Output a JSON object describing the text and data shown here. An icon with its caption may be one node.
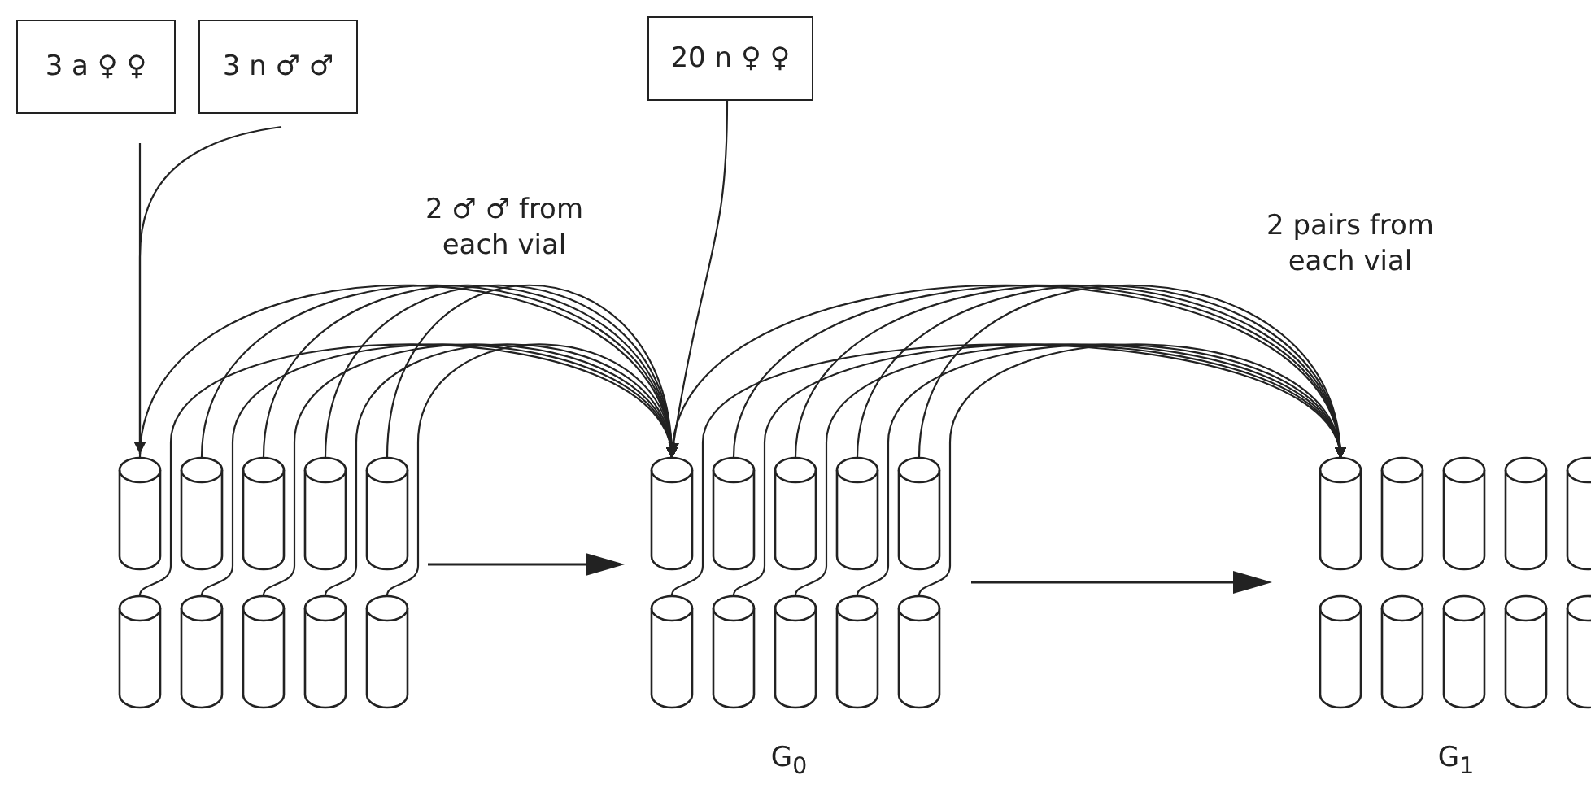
{
  "diagram": {
    "nodes": [
      {
        "text": [
          "3 a ♀ ♀"
        ]
      },
      {
        "text": [
          "3 n ♂ ♂"
        ]
      },
      {
        "text": [
          "20 n ♀ ♀"
        ]
      },
      {
        "text": [],
        "shape": "cylinder"
      },
      {
        "text": [],
        "shape": "cylinder"
      },
      {
        "text": [],
        "shape": "cylinder"
      },
      {
        "text": [],
        "shape": "cylinder"
      },
      {
        "text": [],
        "shape": "cylinder"
      },
      {
        "text": [],
        "shape": "cylinder"
      },
      {
        "text": [],
        "shape": "cylinder"
      },
      {
        "text": [],
        "shape": "cylinder"
      },
      {
        "text": [],
        "shape": "cylinder"
      },
      {
        "text": [],
        "shape": "cylinder"
      },
      {
        "text": [],
        "shape": "cylinder"
      },
      {
        "text": [],
        "shape": "cylinder"
      },
      {
        "text": [],
        "shape": "cylinder"
      },
      {
        "text": [],
        "shape": "cylinder"
      },
      {
        "text": [],
        "shape": "cylinder"
      },
      {
        "text": [],
        "shape": "cylinder"
      },
      {
        "text": [],
        "shape": "cylinder"
      },
      {
        "text": [],
        "shape": "cylinder"
      },
      {
        "text": [],
        "shape": "cylinder"
      },
      {
        "text": [],
        "shape": "cylinder"
      },
      {
        "text": [],
        "shape": "cylinder"
      },
      {
        "text": [],
        "shape": "cylinder"
      },
      {
        "text": [],
        "shape": "cylinder"
      },
      {
        "text": [],
        "shape": "cylinder"
      },
      {
        "text": [],
        "shape": "cylinder"
      },
      {
        "text": [],
        "shape": "cylinder"
      },
      {
        "text": [],
        "shape": "cylinder"
      },
      {
        "text": [],
        "shape": "cylinder"
      },
      {
        "text": [],
        "shape": "cylinder"
      },
      {
        "text": [],
        "shape": "cylinder"
      }
    ],
    "edges": [
      {
        "from": 0,
        "to": 3,
        "arrow": "to"
      },
      {
        "from": 1,
        "to": 3,
        "arrow": "to"
      },
      {
        "from": 2,
        "to": 13,
        "arrow": "to"
      },
      {
        "from": 3,
        "to": 13,
        "arrow": "to"
      },
      {
        "from": 4,
        "to": 13,
        "arrow": "to"
      },
      {
        "from": 5,
        "to": 13,
        "arrow": "to"
      },
      {
        "from": 6,
        "to": 13,
        "arrow": "to"
      },
      {
        "from": 7,
        "to": 13,
        "arrow": "to"
      },
      {
        "from": 8,
        "to": 13,
        "arrow": "to"
      },
      {
        "from": 9,
        "to": 13,
        "arrow": "to"
      },
      {
        "from": 10,
        "to": 13,
        "arrow": "to"
      },
      {
        "from": 11,
        "to": 13,
        "arrow": "to"
      },
      {
        "from": 12,
        "to": 13,
        "arrow": "to"
      },
      {
        "from": 13,
        "to": 23,
        "arrow": "to"
      },
      {
        "from": 14,
        "to": 23,
        "arrow": "to"
      },
      {
        "from": 15,
        "to": 23,
        "arrow": "to"
      },
      {
        "from": 16,
        "to": 23,
        "arrow": "to"
      },
      {
        "from": 17,
        "to": 23,
        "arrow": "to"
      },
      {
        "from": 18,
        "to": 23,
        "arrow": "to"
      },
      {
        "from": 19,
        "to": 23,
        "arrow": "to"
      },
      {
        "from": 20,
        "to": 23,
        "arrow": "to"
      },
      {
        "from": 21,
        "to": 23,
        "arrow": "to"
      },
      {
        "from": 22,
        "to": 23,
        "arrow": "to"
      }
    ],
    "labels": [
      "2 ♂ ♂ from each vial",
      "2 pairs from each vial",
      "G$_{0}$",
      "G$_{1}$"
    ]
  }
}
